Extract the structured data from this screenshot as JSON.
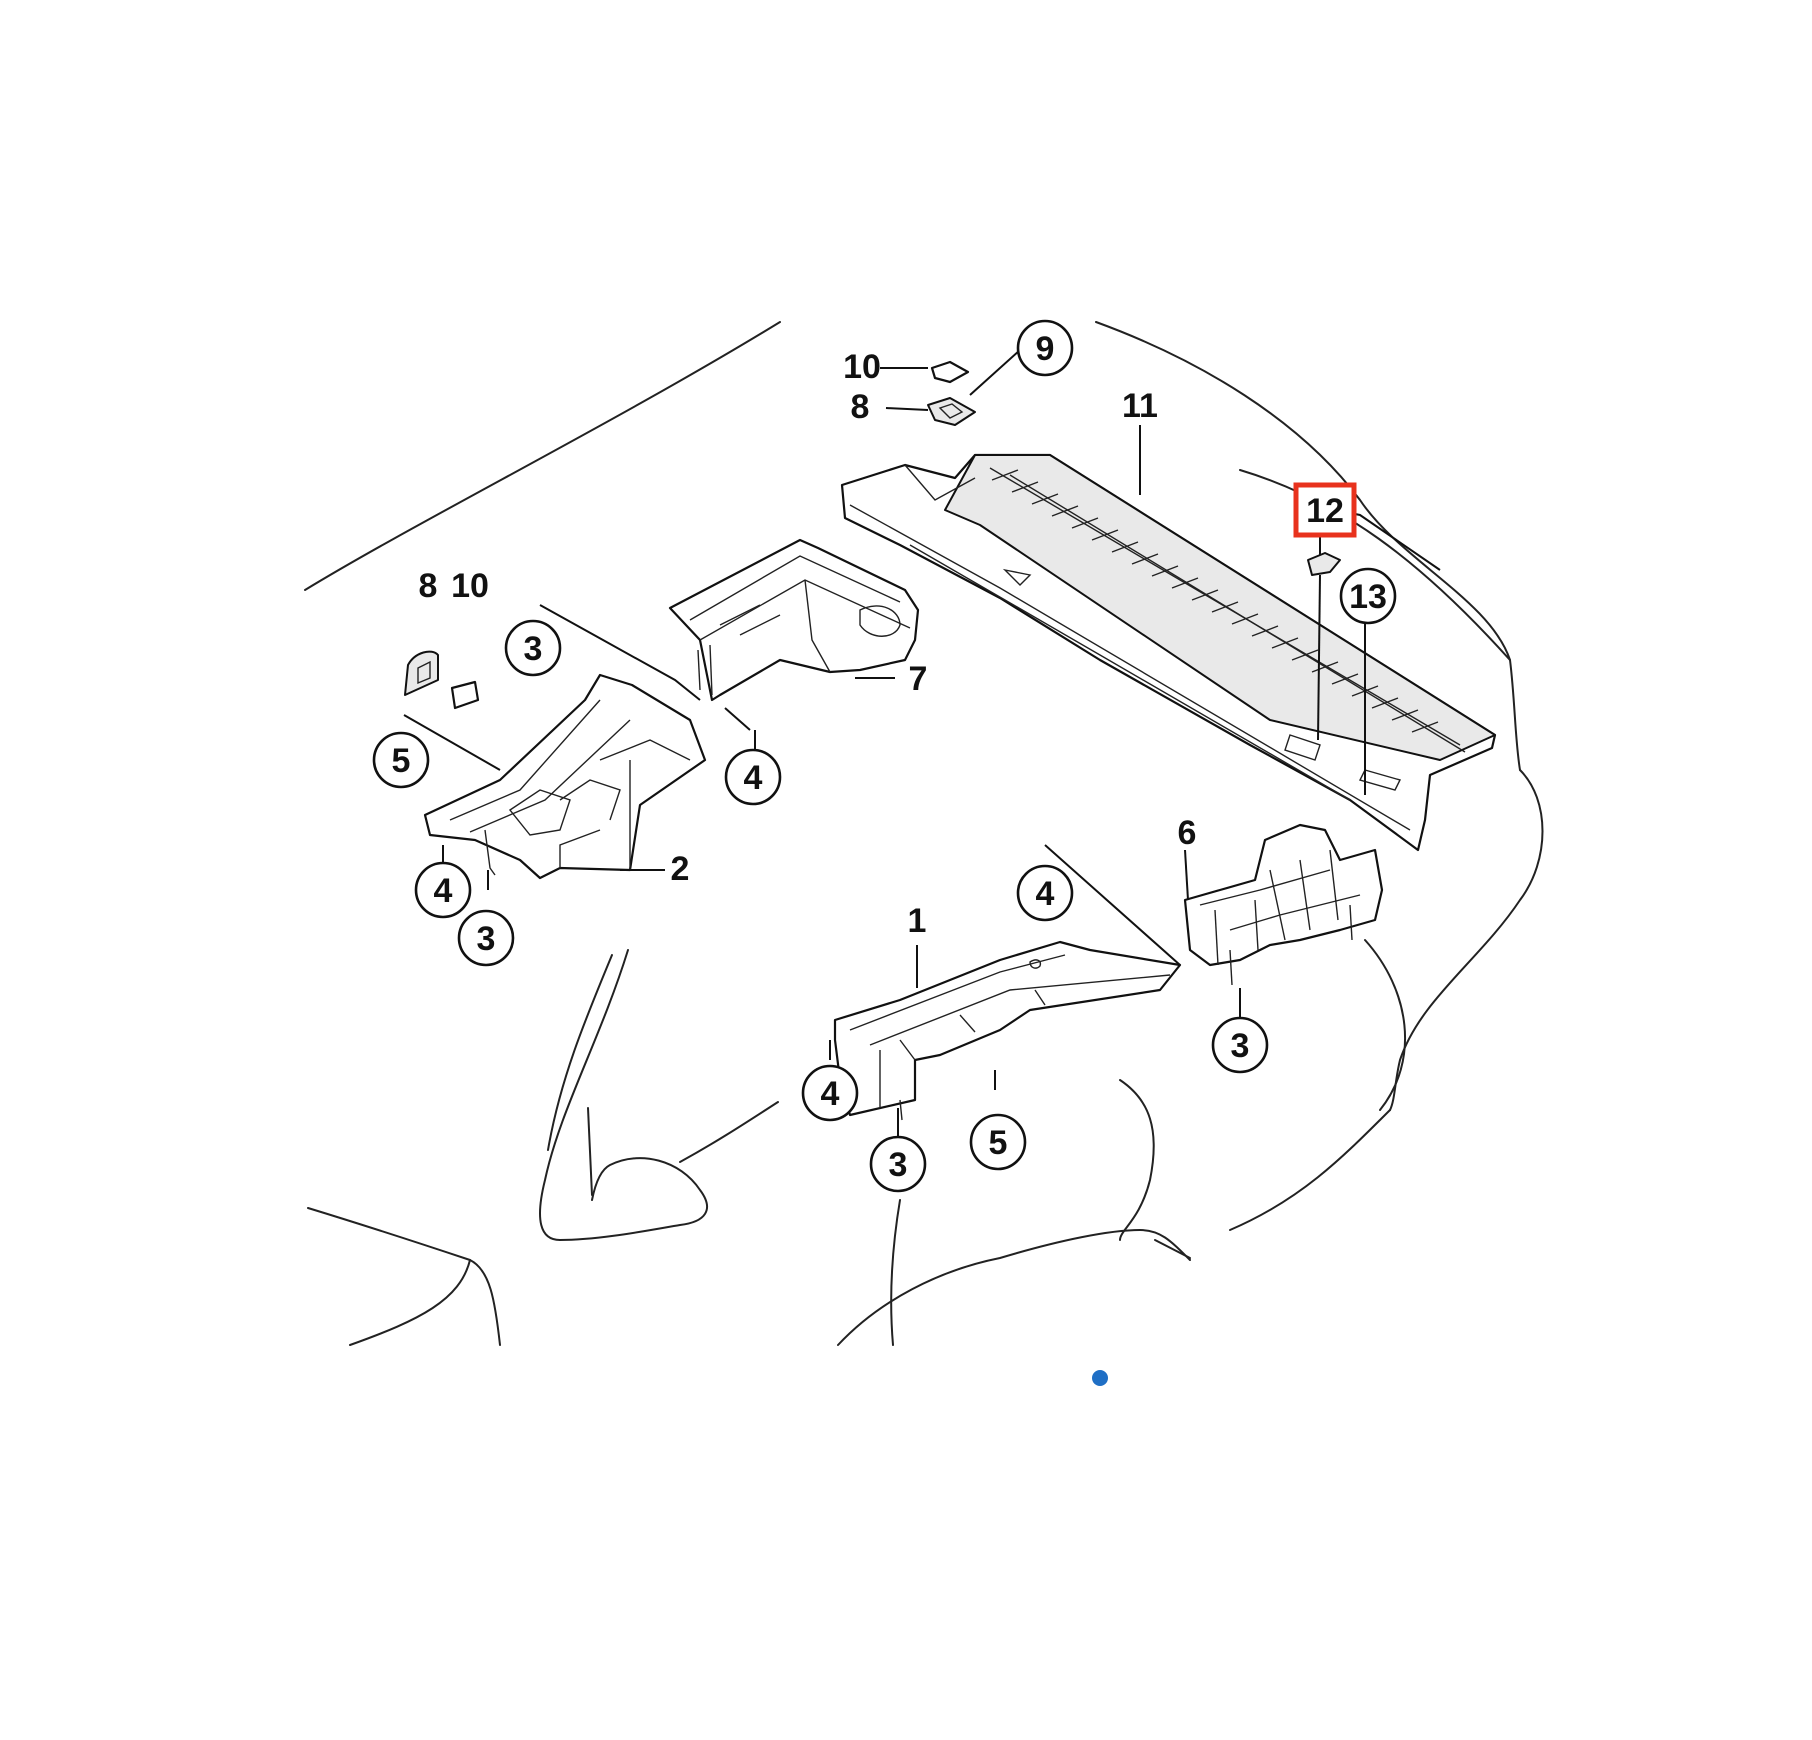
{
  "diagram": {
    "highlight_color": "#e8321d",
    "dot_color": "#1f6fc5",
    "callouts": [
      {
        "id": "c-10-top",
        "label": "10",
        "circled": false,
        "highlighted": false
      },
      {
        "id": "c-9",
        "label": "9",
        "circled": true,
        "highlighted": false
      },
      {
        "id": "c-8-top",
        "label": "8",
        "circled": false,
        "highlighted": false
      },
      {
        "id": "c-11",
        "label": "11",
        "circled": false,
        "highlighted": false
      },
      {
        "id": "c-12",
        "label": "12",
        "circled": false,
        "highlighted": true
      },
      {
        "id": "c-13",
        "label": "13",
        "circled": true,
        "highlighted": false
      },
      {
        "id": "c-8-left",
        "label": "8",
        "circled": false,
        "highlighted": false
      },
      {
        "id": "c-10-left",
        "label": "10",
        "circled": false,
        "highlighted": false
      },
      {
        "id": "c-3-a",
        "label": "3",
        "circled": true,
        "highlighted": false
      },
      {
        "id": "c-7",
        "label": "7",
        "circled": false,
        "highlighted": false
      },
      {
        "id": "c-5-a",
        "label": "5",
        "circled": true,
        "highlighted": false
      },
      {
        "id": "c-4-a",
        "label": "4",
        "circled": true,
        "highlighted": false
      },
      {
        "id": "c-2",
        "label": "2",
        "circled": false,
        "highlighted": false
      },
      {
        "id": "c-4-b",
        "label": "4",
        "circled": true,
        "highlighted": false
      },
      {
        "id": "c-3-b",
        "label": "3",
        "circled": true,
        "highlighted": false
      },
      {
        "id": "c-6",
        "label": "6",
        "circled": false,
        "highlighted": false
      },
      {
        "id": "c-4-c",
        "label": "4",
        "circled": true,
        "highlighted": false
      },
      {
        "id": "c-1",
        "label": "1",
        "circled": false,
        "highlighted": false
      },
      {
        "id": "c-3-c",
        "label": "3",
        "circled": true,
        "highlighted": false
      },
      {
        "id": "c-4-d",
        "label": "4",
        "circled": true,
        "highlighted": false
      },
      {
        "id": "c-5-b",
        "label": "5",
        "circled": true,
        "highlighted": false
      },
      {
        "id": "c-3-d",
        "label": "3",
        "circled": true,
        "highlighted": false
      }
    ]
  }
}
